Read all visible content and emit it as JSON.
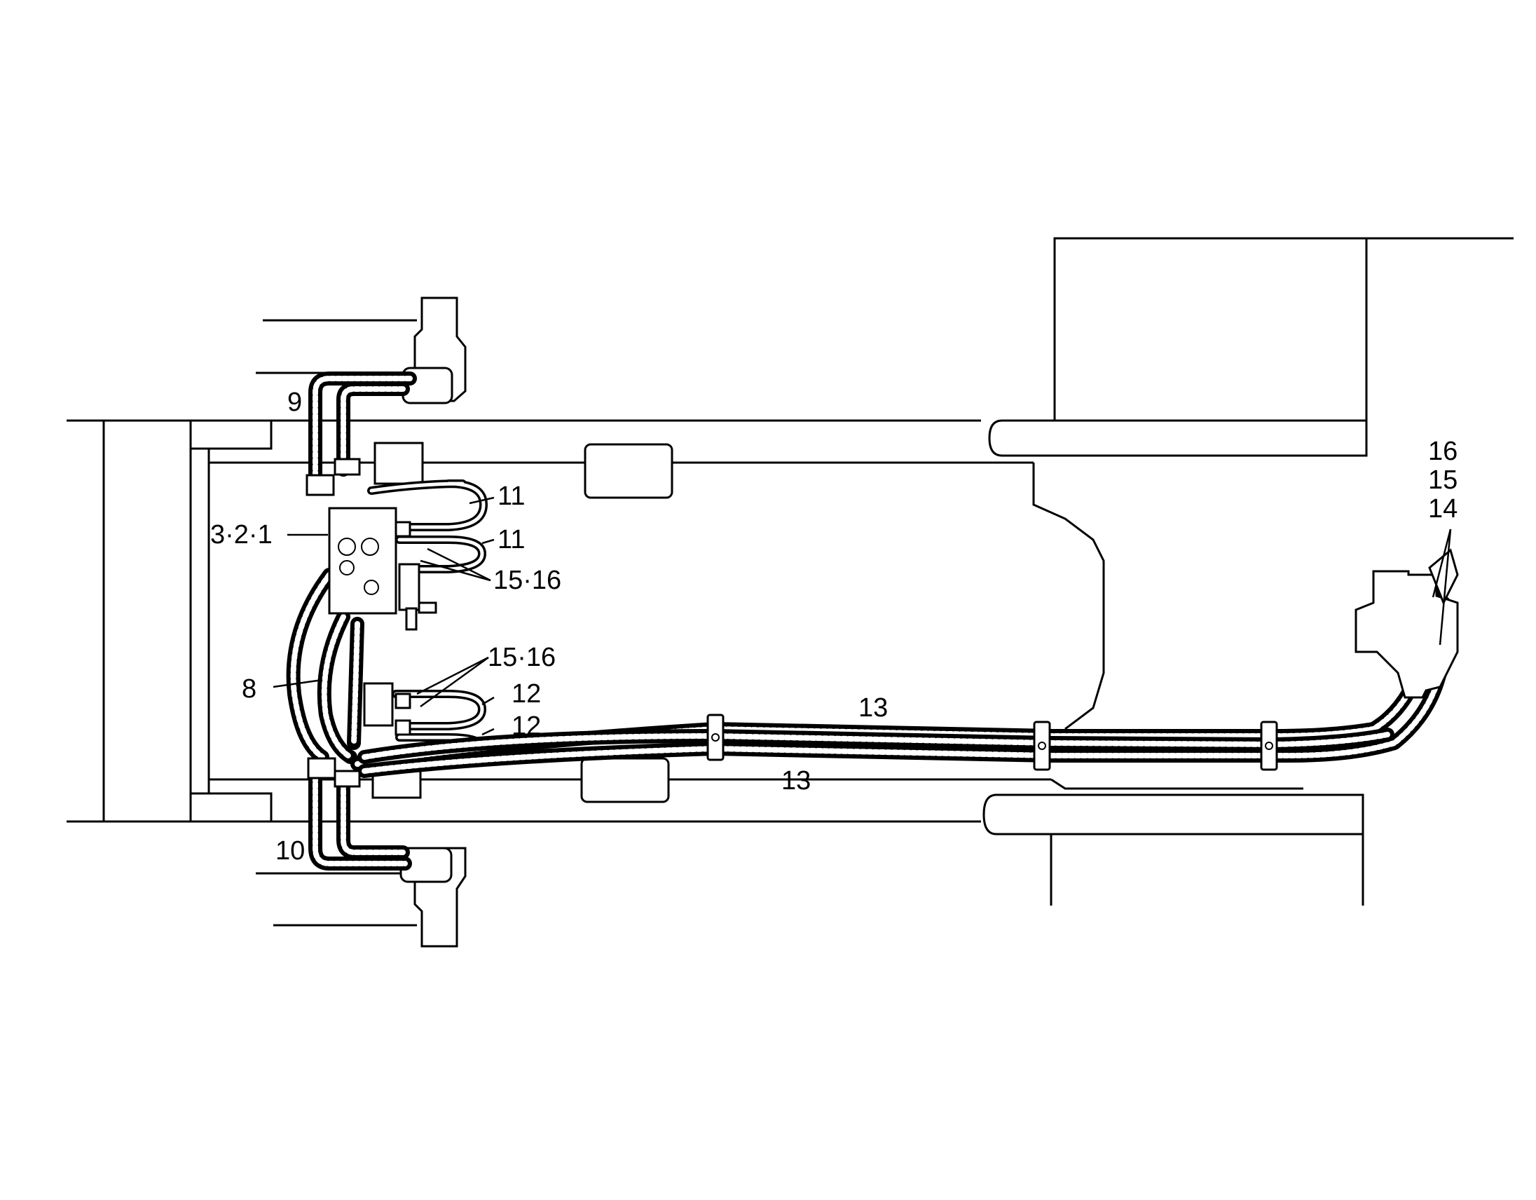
{
  "labels": {
    "l9": "9",
    "l11a": "11",
    "l11b": "11",
    "l321": "3·2·1",
    "l1516a": "15·16",
    "l1516b": "15·16",
    "l8": "8",
    "l12a": "12",
    "l12b": "12",
    "l13a": "13",
    "l13b": "13",
    "l10": "10",
    "l16": "16",
    "l15": "15",
    "l14": "14"
  }
}
